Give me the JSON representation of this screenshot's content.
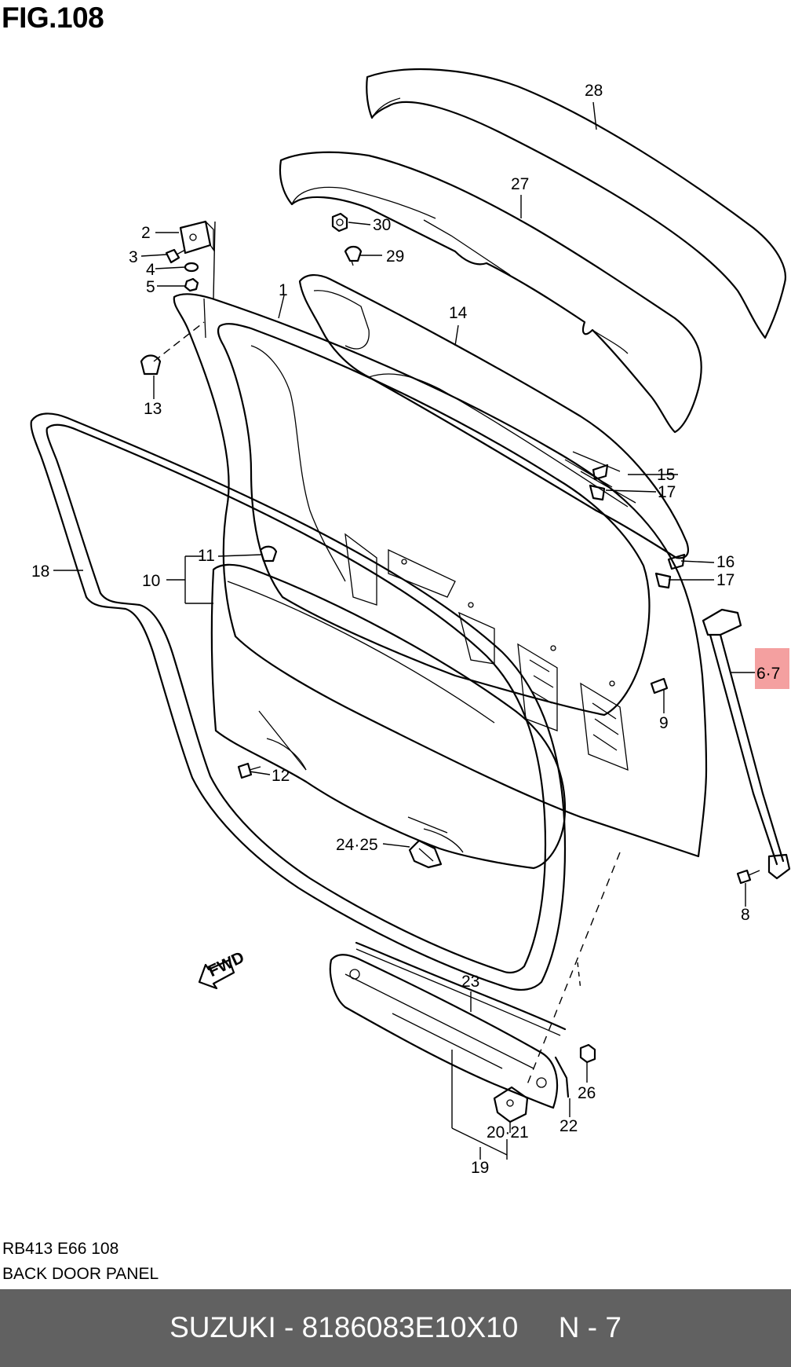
{
  "figure": {
    "title": "FIG.108"
  },
  "colors": {
    "highlight": "#f4a0a0",
    "footer_bg": "#616161",
    "footer_text": "#ffffff"
  },
  "callouts": {
    "c1": "1",
    "c2": "2",
    "c3": "3",
    "c4": "4",
    "c5": "5",
    "c67": "6·7",
    "c8": "8",
    "c9": "9",
    "c10": "10",
    "c11": "11",
    "c12": "12",
    "c13": "13",
    "c14": "14",
    "c15": "15",
    "c16": "16",
    "c17a": "17",
    "c17b": "17",
    "c18": "18",
    "c19": "19",
    "c2021": "20·21",
    "c22": "22",
    "c23": "23",
    "c2425": "24·25",
    "c26": "26",
    "c27": "27",
    "c28": "28",
    "c29": "29",
    "c30": "30"
  },
  "fwd_marker": "FWD",
  "caption": {
    "code": "RB413 E66 108",
    "name": "BACK DOOR PANEL"
  },
  "footer": {
    "text": "SUZUKI - 8186083E10X10     N - 7"
  }
}
